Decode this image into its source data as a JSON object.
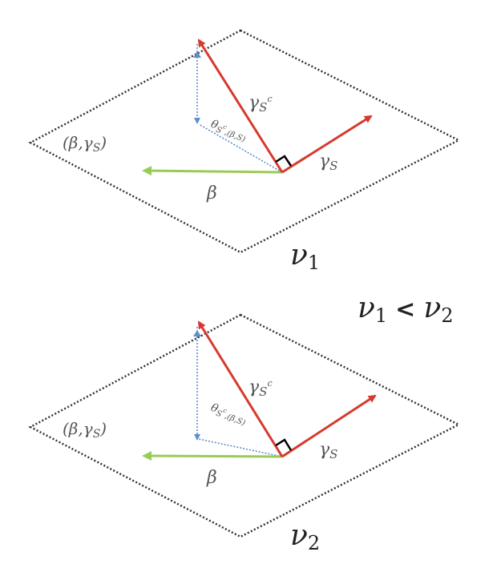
{
  "colors": {
    "red_vector": "#d63a2f",
    "green_vector": "#99cc55",
    "blue_dotted": "#5b8fc9",
    "plane_outline": "#333333"
  },
  "panels": [
    {
      "plane_label": "(β,γ",
      "plane_label_sub": "S",
      "plane_label_close": ")",
      "gamma_sc": "γ",
      "gamma_sc_sub": "S",
      "gamma_sc_sup": "c",
      "gamma_s": "γ",
      "gamma_s_sub": "S",
      "beta": "β",
      "theta": "θ",
      "theta_sub": "S",
      "theta_sup": "c",
      "theta_sub2": ",(β,S)",
      "nu": "ν",
      "nu_sub": "1"
    },
    {
      "plane_label": "(β,γ",
      "plane_label_sub": "S",
      "plane_label_close": ")",
      "gamma_sc": "γ",
      "gamma_sc_sub": "S",
      "gamma_sc_sup": "c",
      "gamma_s": "γ",
      "gamma_s_sub": "S",
      "beta": "β",
      "theta": "θ",
      "theta_sub": "S",
      "theta_sup": "c",
      "theta_sub2": ",(β,S)",
      "nu": "ν",
      "nu_sub": "2"
    }
  ],
  "comparison": {
    "left": "ν",
    "left_sub": "1",
    "op": "<",
    "right": "ν",
    "right_sub": "2"
  }
}
